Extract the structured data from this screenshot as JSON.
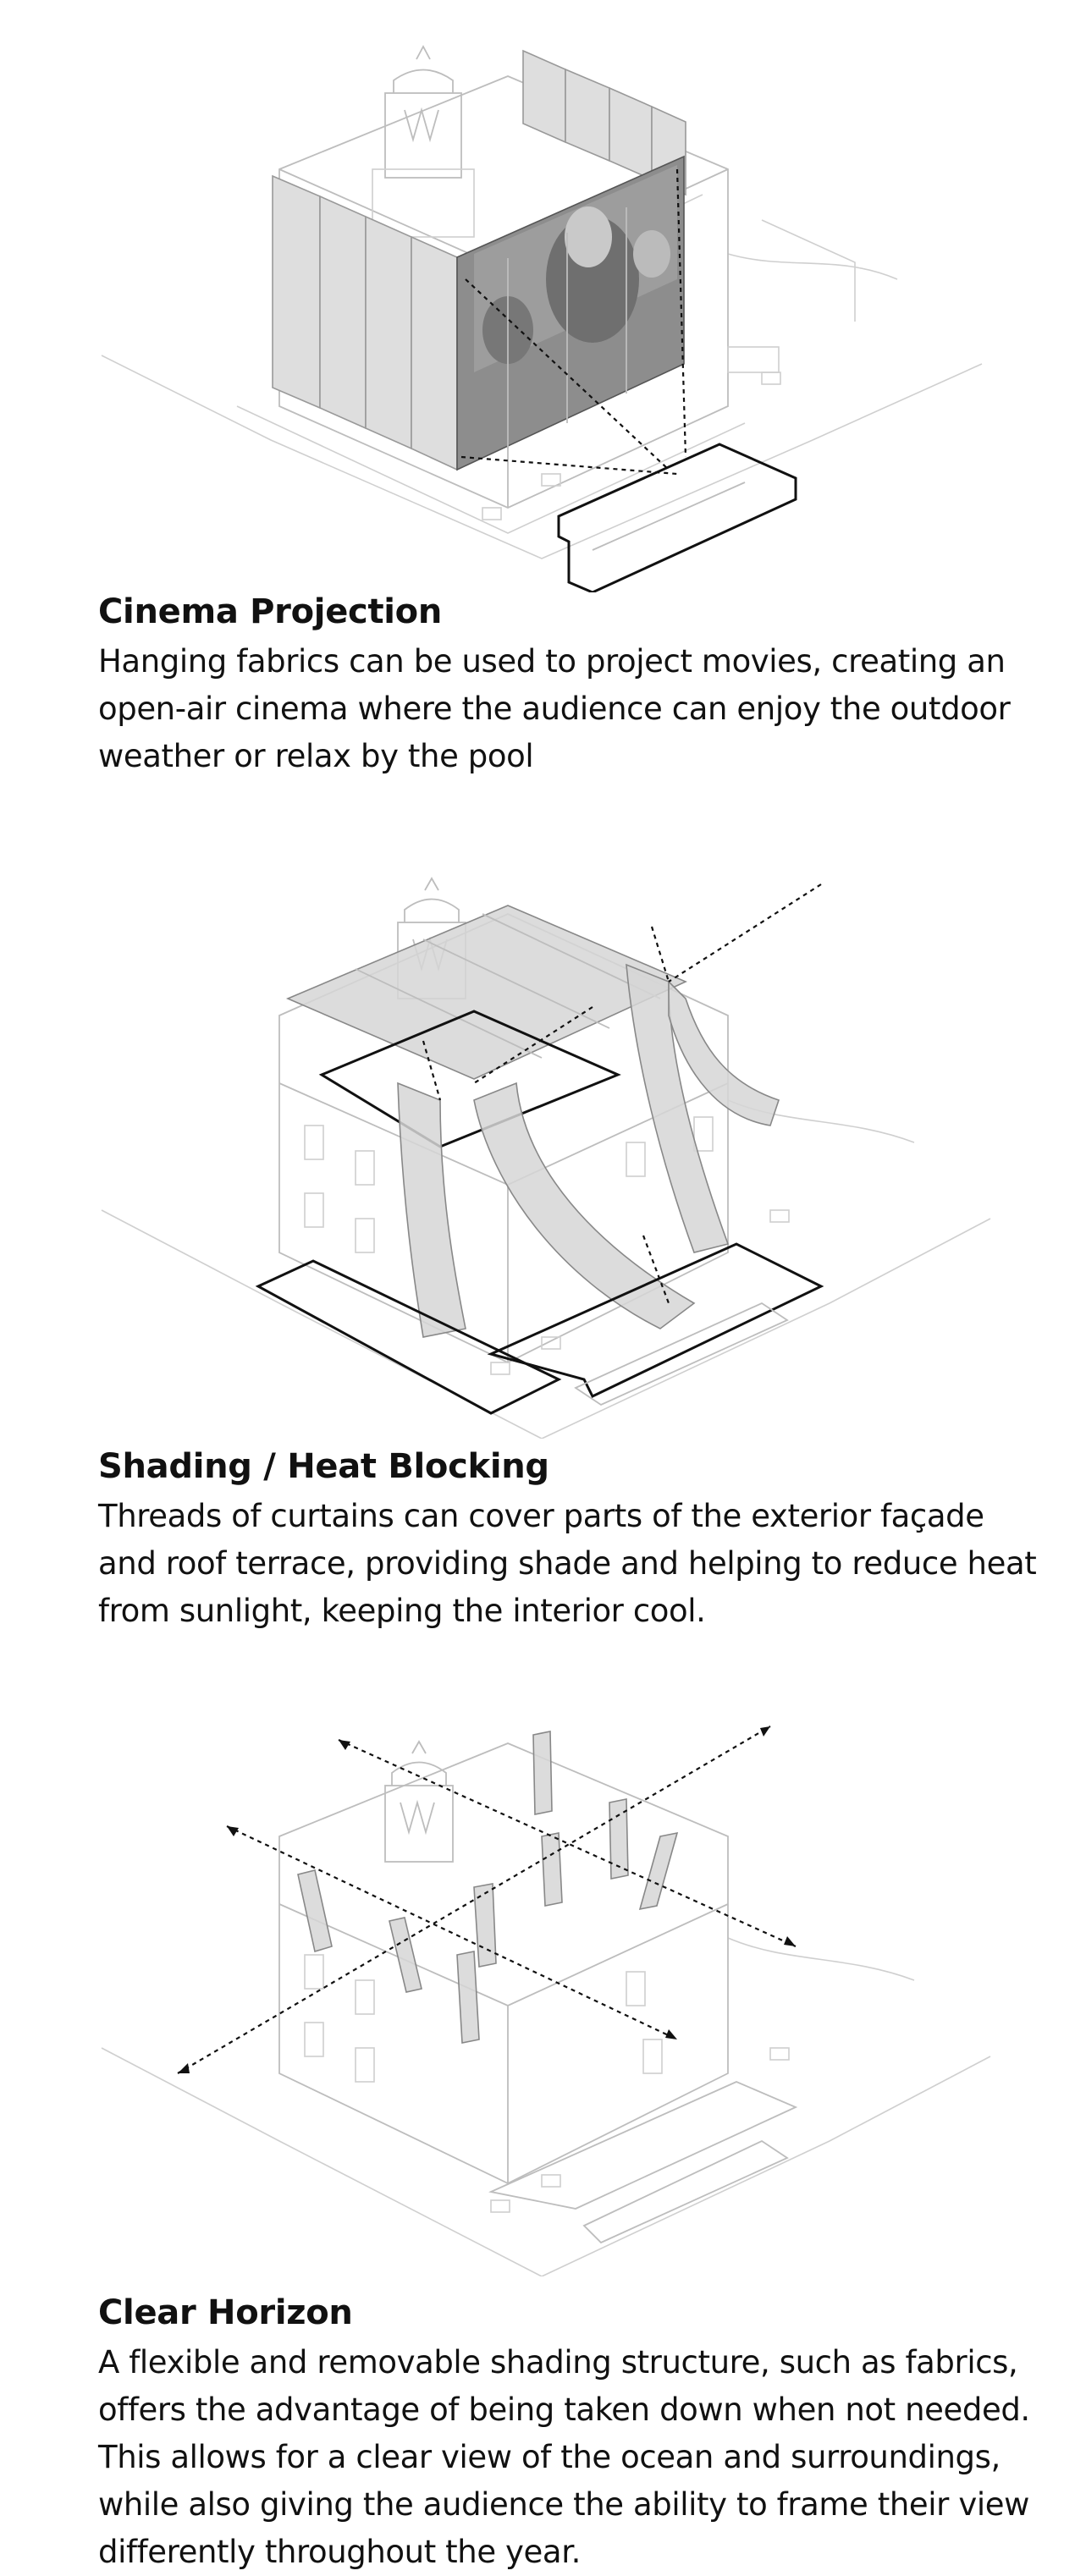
{
  "sections": [
    {
      "title": "Cinema Projection",
      "body": "Hanging fabrics can be used to project movies, creating an open-air cinema where the audience can enjoy the outdoor weather or relax by the pool"
    },
    {
      "title": "Shading / Heat Blocking",
      "body": "Threads of curtains can cover parts of the exterior façade and roof terrace, providing shade and helping to reduce heat from sunlight, keeping the interior cool."
    },
    {
      "title": "Clear Horizon",
      "body": "A flexible and removable shading structure, such as fabrics, offers the advantage of being taken down when not needed. This allows for a clear view of the ocean and surroundings, while also giving the audience the ability to frame their view differently throughout the year."
    }
  ]
}
